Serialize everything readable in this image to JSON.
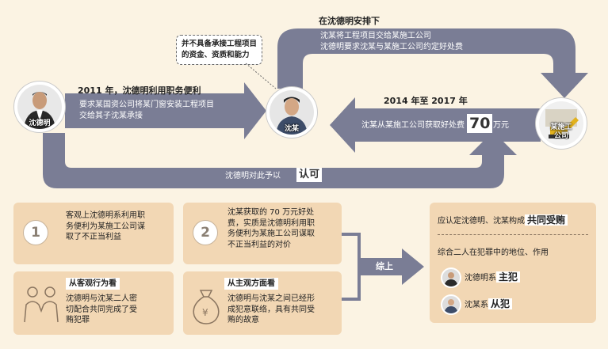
{
  "top": {
    "label_2011_title": "2011 年，沈德明利用职务便利",
    "label_2011_line1": "要求某国资公司将某门窗安装工程项目",
    "label_2011_line2": "交给其子沈某承接",
    "arrange_title": "在沈德明安排下",
    "arrange_line1": "沈某将工程项目交给某施工公司",
    "arrange_line2": "沈德明要求沈某与某施工公司约定好处费",
    "period": "2014 年至 2017 年",
    "benefit_prefix": "沈某从某施工公司获取好处费",
    "benefit_amount": "70",
    "benefit_unit": "万元",
    "approve_prefix": "沈德明对此予以",
    "approve_word": "认可",
    "bubble_line1": "并不具备承接工程项目",
    "bubble_line2": "的资金、资质和能力"
  },
  "people": {
    "shen_deming": "沈德明",
    "shen": "沈某",
    "company_line1": "某施工",
    "company_line2": "公司"
  },
  "cards": {
    "c1_num": "1",
    "c1_lines": [
      "客观上沈德明系利用职",
      "务便利为某施工公司谋",
      "取了不正当利益"
    ],
    "c2_num": "2",
    "c2_lines": [
      "沈某获取的 70 万元好处",
      "费，实质是沈德明利用职",
      "务便利为某施工公司谋取",
      "不正当利益的对价"
    ],
    "c3_tag": "从客观行为看",
    "c3_lines": [
      "沈德明与沈某二人密",
      "切配合共同完成了受",
      "贿犯罪"
    ],
    "c4_tag": "从主观方面看",
    "c4_lines": [
      "沈德明与沈某之间已经形",
      "成犯意联络，具有共同受",
      "贿的故意"
    ]
  },
  "conclusion": {
    "summary_label": "综上",
    "line1_prefix": "应认定沈德明、沈某构成",
    "line1_highlight": "共同受贿",
    "line2": "综合二人在犯罪中的地位、作用",
    "role1_prefix": "沈德明系",
    "role1_highlight": "主犯",
    "role2_prefix": "沈某系",
    "role2_highlight": "从犯"
  },
  "colors": {
    "arrow": "#7a7d95",
    "background": "#fbf3e3",
    "card": "#f2d7b4",
    "icon_stroke": "#8a7560"
  }
}
